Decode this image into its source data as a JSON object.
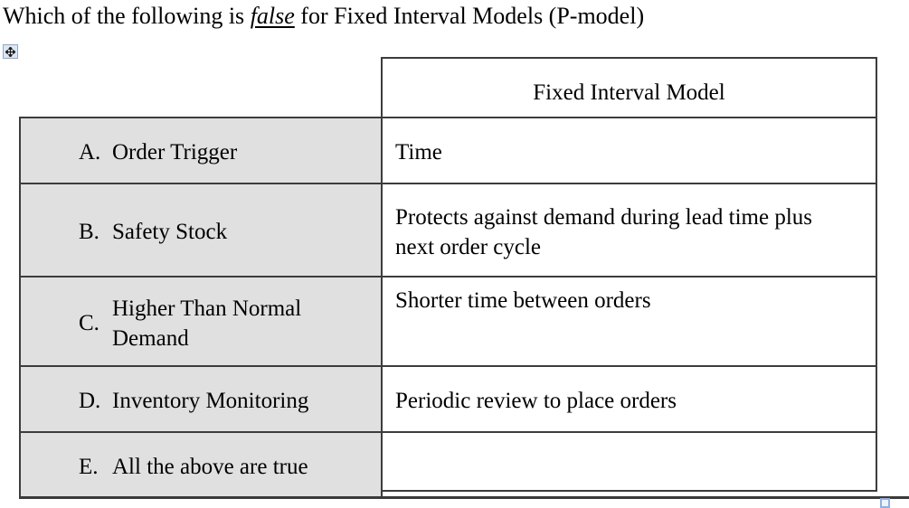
{
  "title": {
    "prefix": "Which of the following is ",
    "emphasis": "false",
    "suffix": " for Fixed Interval Models (P-model)"
  },
  "table": {
    "header": "Fixed Interval Model",
    "rows": [
      {
        "letter": "A.",
        "label": "Order Trigger",
        "value": "Time"
      },
      {
        "letter": "B.",
        "label": "Safety Stock",
        "value": "Protects against demand during lead time plus next order cycle"
      },
      {
        "letter": "C.",
        "label": "Higher Than Normal Demand",
        "value": "Shorter time between orders"
      },
      {
        "letter": "D.",
        "label": "Inventory Monitoring",
        "value": "Periodic review to place orders"
      },
      {
        "letter": "E.",
        "label": "All the above are true",
        "value": ""
      }
    ]
  },
  "icons": {
    "move_handle": "four-way-move-arrow",
    "resize_handle": "table-resize-square"
  },
  "colors": {
    "option_column_gray": "#e0e0e0",
    "table_border": "#3c3c3c",
    "handle_blue": "#92b0dd",
    "handle_fill": "#dce6f2"
  }
}
